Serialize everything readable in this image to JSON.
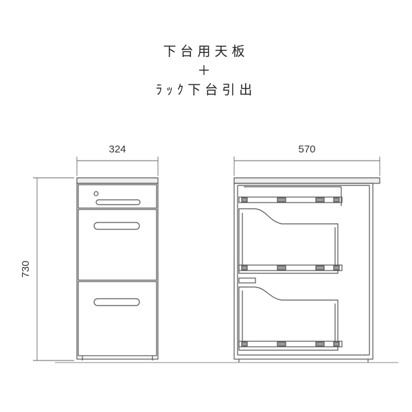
{
  "title": {
    "line1": "下台用天板",
    "line2": "＋",
    "line3": "ﾗｯｸ下台引出"
  },
  "dimensions": {
    "width_front": "324",
    "width_side": "570",
    "height": "730"
  },
  "colors": {
    "line": "#555555",
    "dim_line": "#666666",
    "top_plate": "#eeeeee"
  }
}
